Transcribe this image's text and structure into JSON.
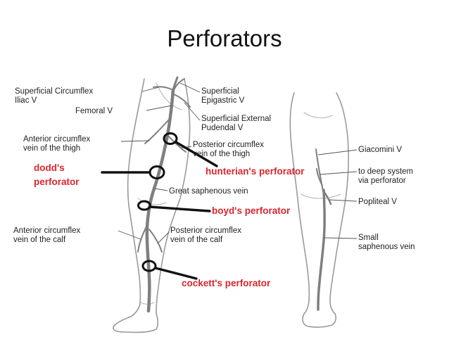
{
  "title": "Perforators",
  "anatomy_labels": {
    "superficial_circumflex_iliac": [
      "Superficial Circumflex",
      "Iliac V"
    ],
    "femoral": [
      "Femoral V"
    ],
    "anterior_circumflex_thigh": [
      "Anterior circumflex",
      "vein of the thigh"
    ],
    "superficial_epigastric": [
      "Superficial",
      "Epigastric V"
    ],
    "superficial_external_pudendal": [
      "Superficial External",
      "Pudendal V"
    ],
    "posterior_circumflex_thigh": [
      "Posterior circumflex",
      "vein of the thigh"
    ],
    "great_saphenous": [
      "Great saphenous vein"
    ],
    "anterior_circumflex_calf": [
      "Anterior circumflex",
      "vein of the calf"
    ],
    "posterior_circumflex_calf": [
      "Posterior circumflex",
      "vein of the calf"
    ],
    "giacomini": [
      "Giacomini V"
    ],
    "to_deep_system": [
      "to deep system",
      "via perforator"
    ],
    "popliteal": [
      "Popliteal V"
    ],
    "small_saphenous": [
      "Small",
      "saphenous vein"
    ]
  },
  "perforators": {
    "dodd": [
      "dodd's",
      "perforator"
    ],
    "hunterian": "hunterian's perforator",
    "boyd": "boyd's perforator",
    "cockett": "cockett's perforator"
  },
  "colors": {
    "perforator_label": "#d8262f",
    "marker": "#111111",
    "leg_outline": "#9a9a9a",
    "vein": "#7f7f7f"
  }
}
